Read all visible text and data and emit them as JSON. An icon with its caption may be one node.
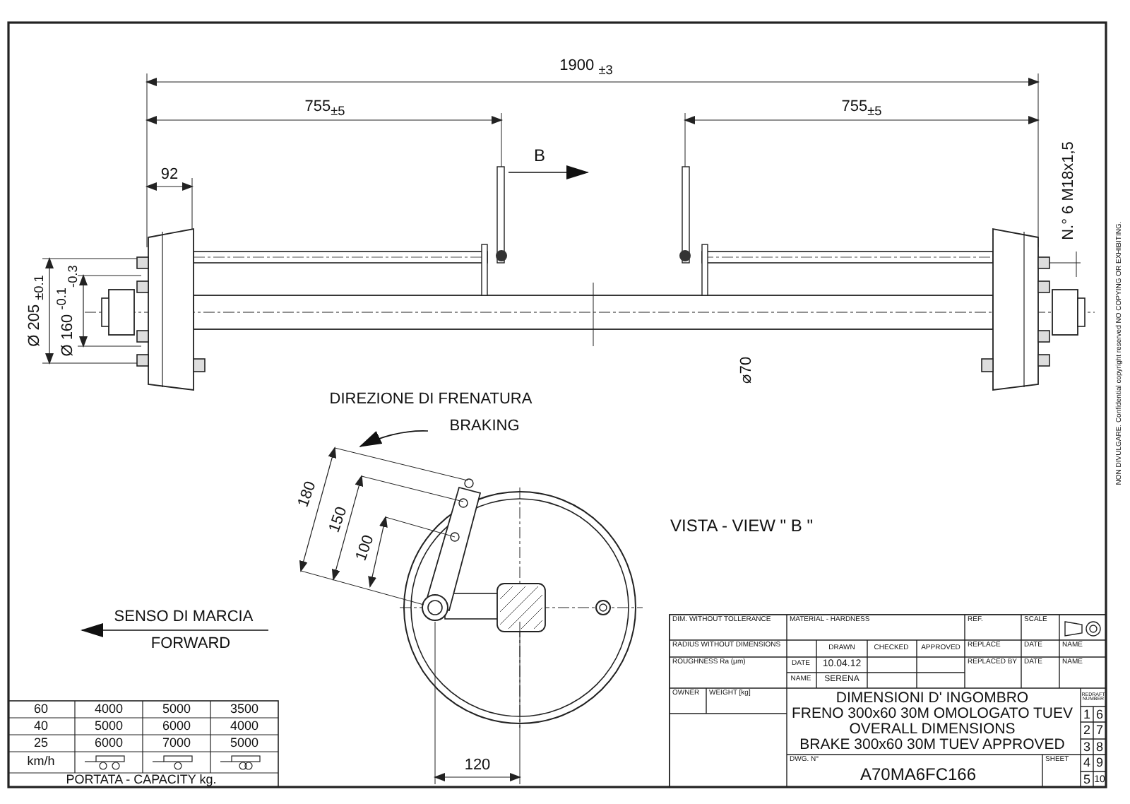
{
  "diagram": {
    "labels": [
      "1900 $_{±3}$",
      "755$_{±5}$",
      "755$_{±5}$",
      "B",
      "92",
      "N.° 6 M18x1,5",
      "Ø 205 $_{±0.1}$",
      "Ø 160 $^{-0.1}$$_{-0.3}$",
      "⌀70",
      "DIREZIONE DI FRENATURA",
      "BRAKING",
      "180",
      "150",
      "100",
      "VISTA - VIEW \" B \"",
      "SENSO DI MARCIA",
      "FORWARD",
      "120",
      "60",
      "4000",
      "5000",
      "3500",
      "40",
      "5000",
      "6000",
      "4000",
      "25",
      "6000",
      "7000",
      "5000",
      "km/h",
      "PORTATA - CAPACITY kg.",
      "DIM. WITHOUT TOLLERANCE",
      "MATERIAL - HARDNESS",
      "REF.",
      "SCALE",
      "RADIUS WITHOUT DIMENSIONS",
      "DRAWN",
      "CHECKED",
      "APPROVED",
      "REPLACE",
      "DATE",
      "NAME",
      "DATE",
      "10.04.12",
      "REPLACED BY",
      "DATE",
      "NAME",
      "ROUGHNESS Ra (µm)",
      "NAME",
      "SERENA",
      "OWNER",
      "WEIGHT [kg]",
      "REDRAFT NUMBER",
      "DIMENSIONI D' INGOMBRO",
      "FRENO 300x60 30M OMOLOGATO TUEV",
      "OVERALL DIMENSIONS",
      "BRAKE 300x60 30M TUEV APPROVED",
      "1",
      "6",
      "2",
      "7",
      "3",
      "8",
      "4",
      "9",
      "5",
      "10",
      "DWG. N°",
      "SHEET",
      "A70MA6FC166",
      "NON DIVULGARE. Confidential copyright reserved NO COPYING OR EXHIBITING."
    ]
  }
}
